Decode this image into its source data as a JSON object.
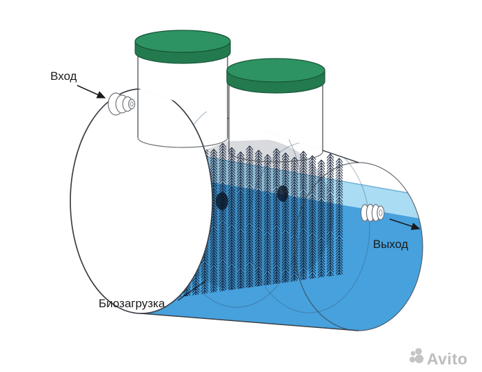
{
  "diagram": {
    "labels": {
      "inlet": "Вход",
      "outlet": "Выход",
      "bio_media": "Биозагрузка"
    },
    "watermark": {
      "brand": "Avito"
    },
    "colors": {
      "water": "#47a1dd",
      "water_surface": "#aadcf4",
      "waterline_edge": "#66a7cd",
      "lid_top": "#2e9362",
      "lid_side": "#237a4e",
      "lid_outline": "#17563a",
      "tank_outline": "#3a3f46",
      "bio_brush": "#0b1930",
      "label_text": "#1a1a1a",
      "watermark_gray": "#bdbdbd"
    }
  }
}
